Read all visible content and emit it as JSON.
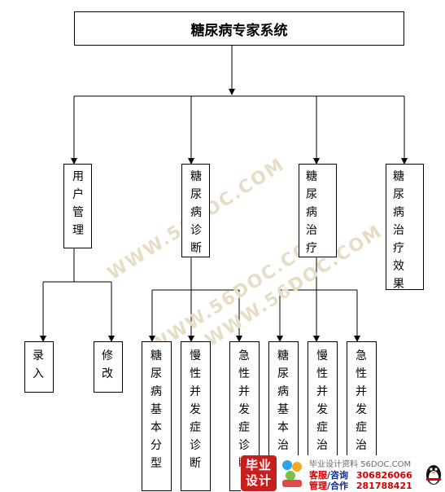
{
  "diagram": {
    "root": "糖尿病专家系统",
    "level1": [
      "用户管理",
      "糖尿病诊断",
      "糖尿病治疗",
      "糖尿病治疗效果"
    ],
    "user_children": [
      "录入",
      "修改"
    ],
    "diagnosis_children": [
      "糖尿病基本分型",
      "慢性并发症诊断",
      "急性并发症诊断"
    ],
    "treatment_children": [
      "糖尿病基本治疗",
      "慢性并发症治疗",
      "急性并发症治疗"
    ]
  },
  "watermark": "WWW.56DOC.COM",
  "stamp": {
    "logo": [
      "毕业",
      "设计"
    ],
    "site": "毕业设计资料 56DOC.COM",
    "service_label": "客服",
    "consult_label": "/咨询",
    "service_qq": "306826066",
    "manage_label": "管理",
    "coop_label": "/合作",
    "manage_qq": "281788421",
    "colors": {
      "red": "#d40000",
      "blue": "#0a2b8c",
      "logo_red": "#c81e1e"
    }
  }
}
